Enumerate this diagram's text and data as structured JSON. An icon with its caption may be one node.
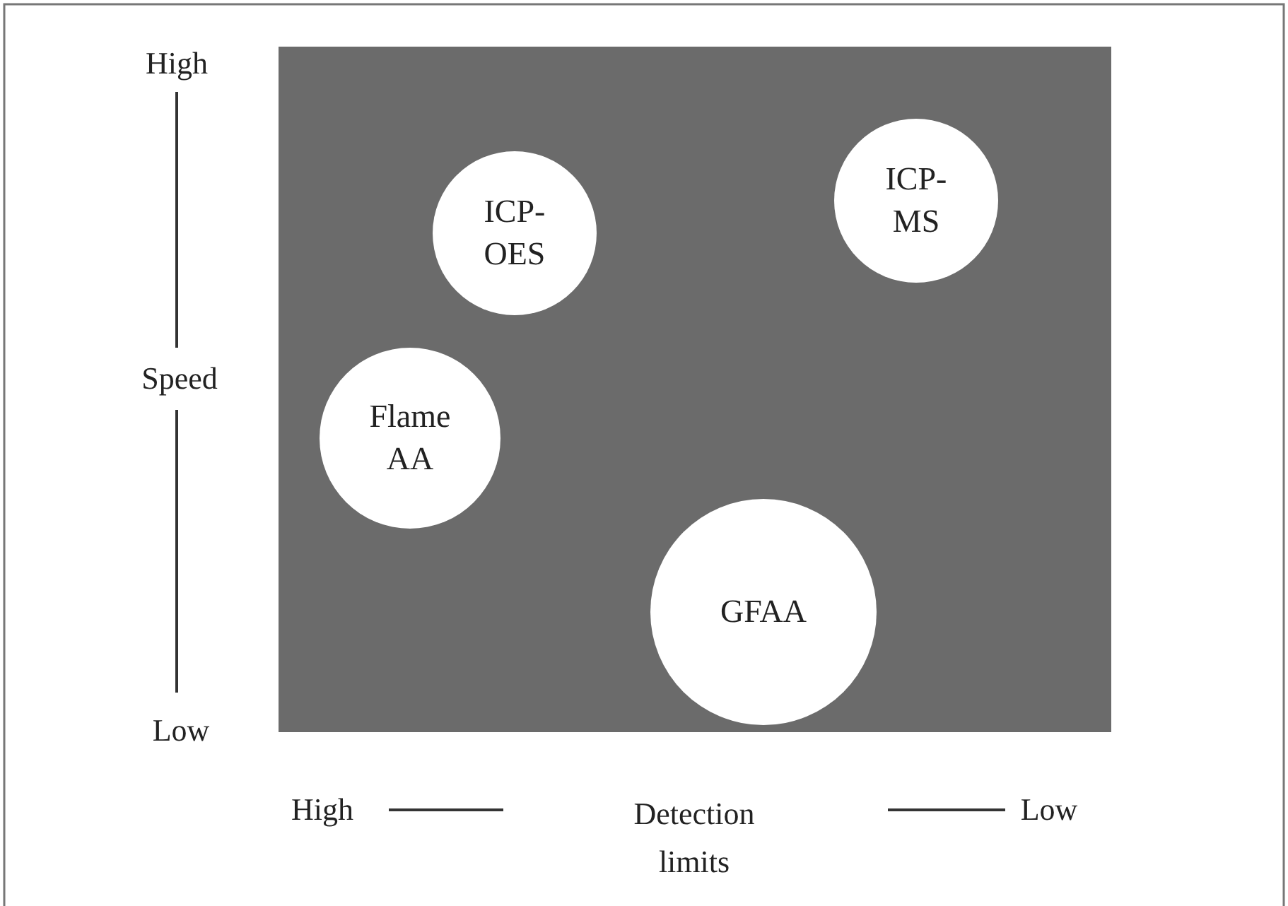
{
  "diagram": {
    "nodes": [
      {
        "text": [
          "ICP- OES"
        ]
      },
      {
        "text": [
          "ICP- MS"
        ]
      },
      {
        "text": [
          "Flame AA"
        ]
      },
      {
        "text": [
          "GFAA"
        ]
      }
    ],
    "labels": [
      "High",
      "Speed",
      "Low",
      "High",
      "Detection limits",
      "Low"
    ]
  }
}
